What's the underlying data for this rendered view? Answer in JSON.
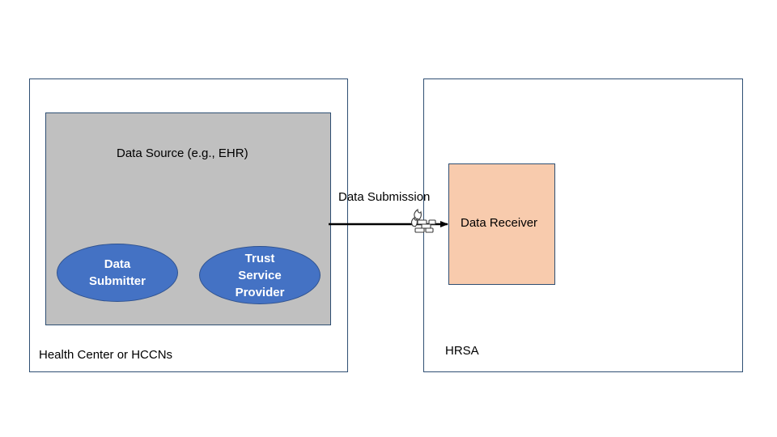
{
  "health_center": {
    "label": "Health Center or HCCNs"
  },
  "data_source": {
    "label": "Data Source (e.g., EHR)",
    "submitter": {
      "line1": "Data",
      "line2": "Submitter"
    },
    "trust_provider": {
      "line1": "Trust",
      "line2": "Service",
      "line3": "Provider"
    }
  },
  "hrsa": {
    "label": "HRSA"
  },
  "receiver": {
    "label": "Data Receiver"
  },
  "connector": {
    "label": "Data Submission",
    "icon": "firewall-icon"
  },
  "colors": {
    "border": "#2f4f73",
    "source_fill": "#c0c0c0",
    "receiver_fill": "#f8cbad",
    "ellipse_fill": "#4472c4",
    "ellipse_text": "#ffffff"
  }
}
